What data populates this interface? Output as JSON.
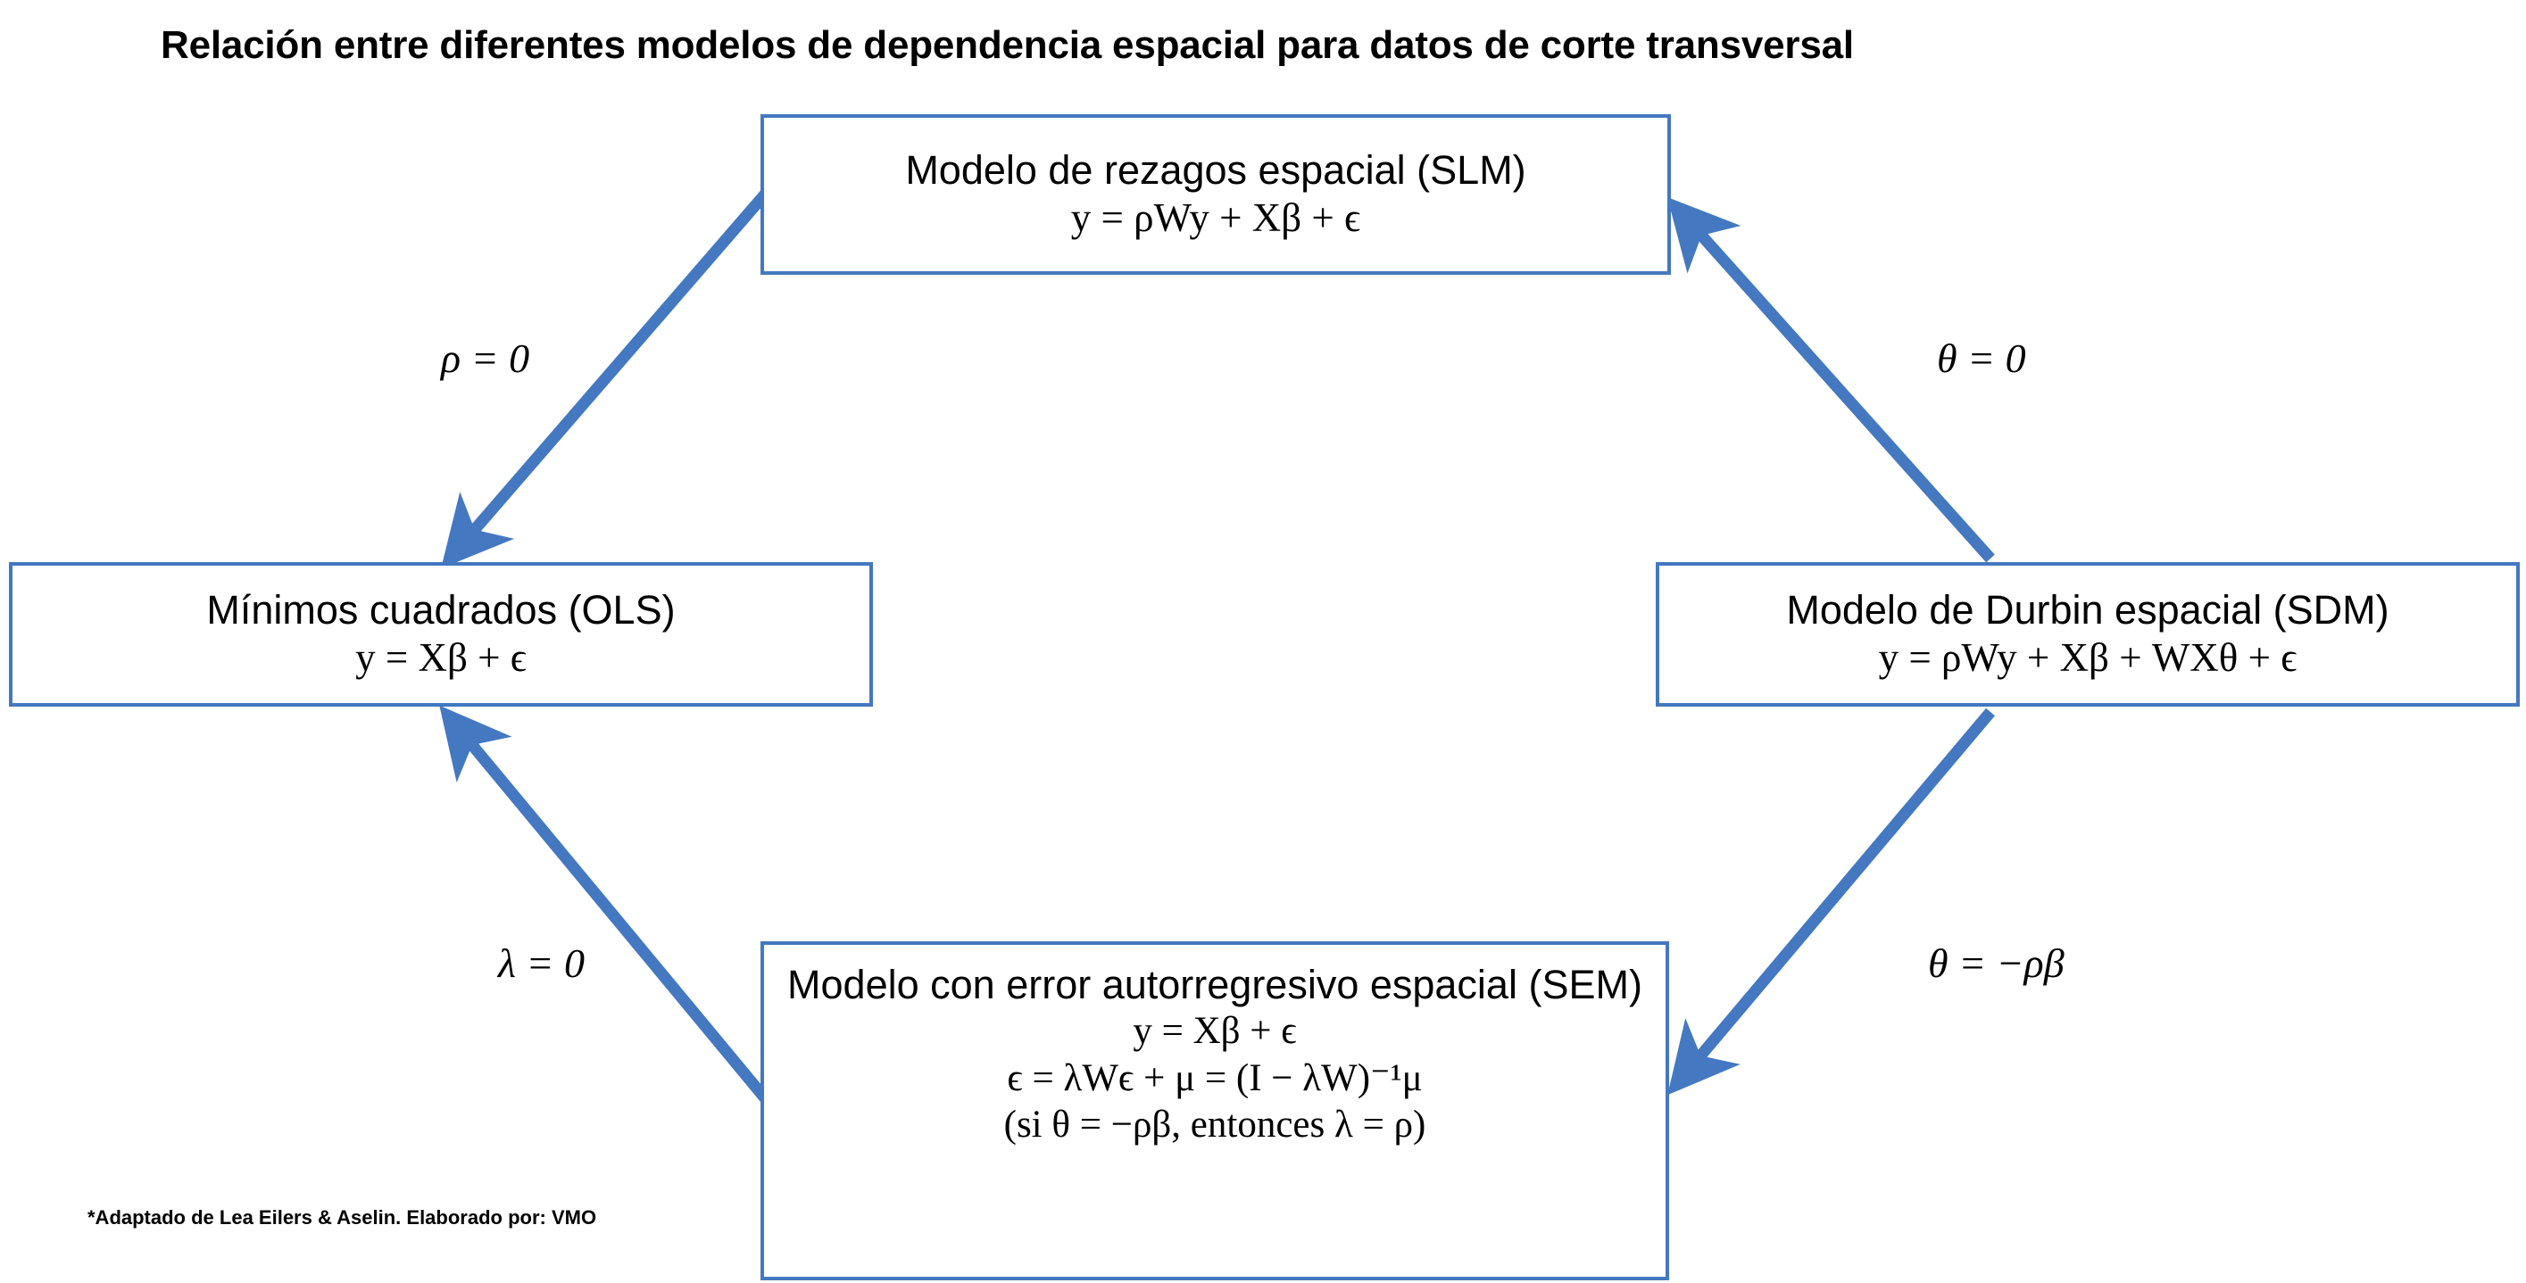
{
  "title": "Relación entre diferentes modelos de dependencia espacial para datos de corte transversal",
  "colors": {
    "box_border": "#4478C0",
    "arrow": "#4478C0",
    "text": "#000000",
    "background": "#FFFFFF"
  },
  "nodes": {
    "slm": {
      "id": "SLM",
      "title": "Modelo de rezagos espacial (SLM)",
      "equations": [
        "y = ρWy + Xβ + ϵ"
      ]
    },
    "ols": {
      "id": "OLS",
      "title": "Mínimos cuadrados (OLS)",
      "equations": [
        "y = Xβ + ϵ"
      ]
    },
    "sdm": {
      "id": "SDM",
      "title": "Modelo de Durbin espacial (SDM)",
      "equations": [
        "y = ρWy + Xβ + WXθ + ϵ"
      ]
    },
    "sem": {
      "id": "SEM",
      "title": "Modelo con error autorregresivo espacial (SEM)",
      "equations": [
        "y = Xβ + ϵ",
        "ϵ = λWϵ + μ = (I − λW)⁻¹μ",
        "(si θ = −ρβ, entonces λ = ρ)"
      ]
    }
  },
  "edges": [
    {
      "id": "slm-to-ols",
      "from": "SLM",
      "to": "OLS",
      "label": "ρ = 0"
    },
    {
      "id": "sdm-to-slm",
      "from": "SDM",
      "to": "SLM",
      "label": "θ = 0"
    },
    {
      "id": "sem-to-ols",
      "from": "SEM",
      "to": "OLS",
      "label": "λ = 0"
    },
    {
      "id": "sdm-to-sem",
      "from": "SDM",
      "to": "SEM",
      "label": "θ = −ρβ"
    }
  ],
  "footnote": "*Adaptado de Lea Eilers & Aselin. Elaborado por: VMO"
}
